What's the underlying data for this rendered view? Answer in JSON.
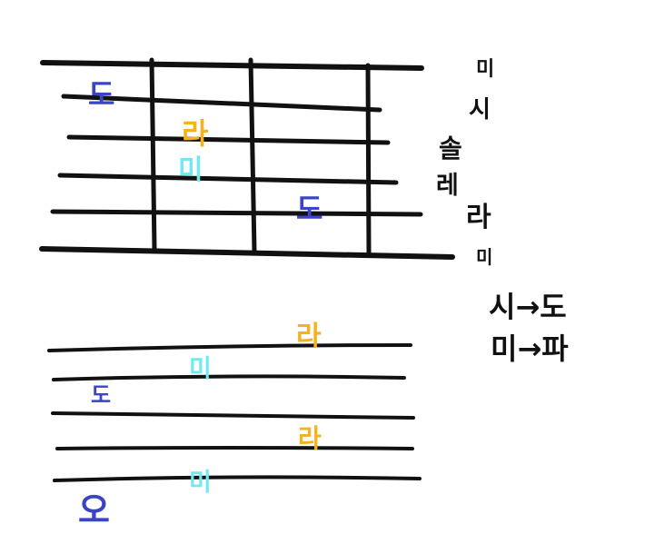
{
  "colors": {
    "ink": "#111111",
    "note_do": "#3a44c4",
    "note_la": "#f5b21d",
    "note_mi": "#72e8f2"
  },
  "fretboard": {
    "string_names": [
      "미",
      "시",
      "솔",
      "레",
      "라",
      "미"
    ],
    "notes": [
      {
        "text": "도",
        "color": "note_do"
      },
      {
        "text": "라",
        "color": "note_la"
      },
      {
        "text": "미",
        "color": "note_mi"
      },
      {
        "text": "도",
        "color": "note_do"
      }
    ]
  },
  "rules": {
    "rule1": "시→도",
    "rule2": "미→파"
  },
  "lower_diagram": {
    "notes": [
      {
        "text": "라",
        "color": "note_la"
      },
      {
        "text": "미",
        "color": "note_mi"
      },
      {
        "text": "도",
        "color": "note_do"
      },
      {
        "text": "라",
        "color": "note_la"
      },
      {
        "text": "미",
        "color": "note_mi"
      },
      {
        "text": "오",
        "color": "note_do"
      }
    ]
  }
}
